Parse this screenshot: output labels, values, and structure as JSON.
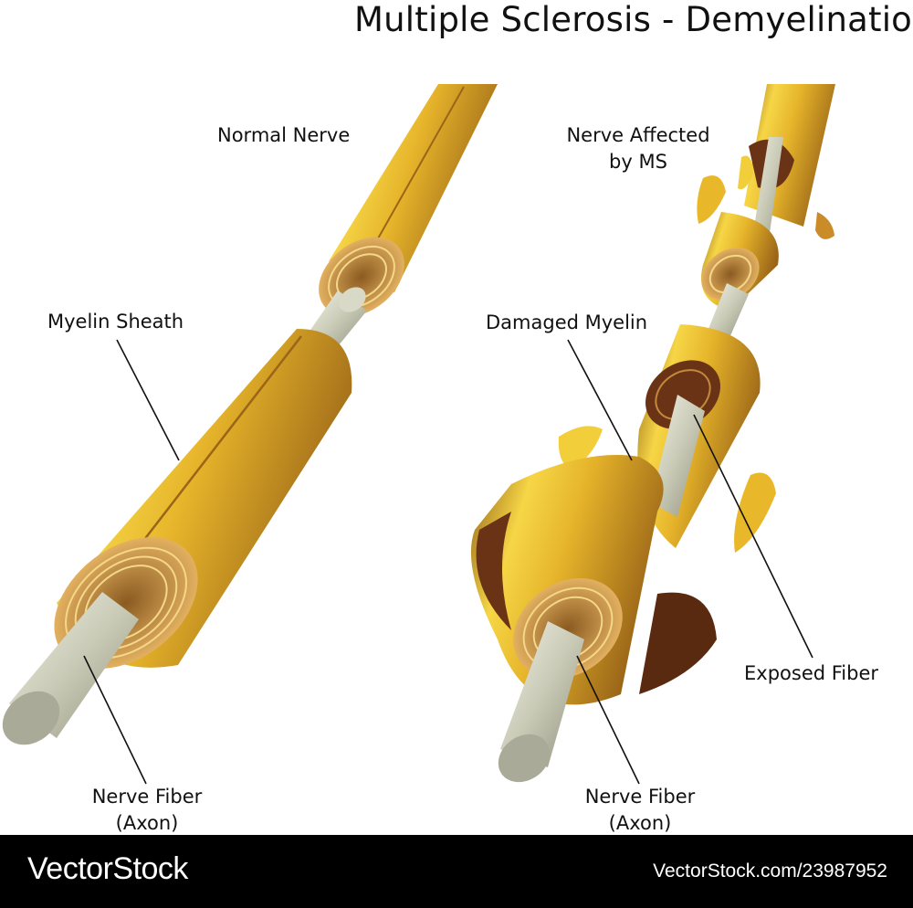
{
  "title": "Multiple Sclerosis - Demyelination",
  "labels": {
    "normal_nerve": "Normal Nerve",
    "myelin_sheath": "Myelin Sheath",
    "nerve_fiber_left_1": "Nerve Fiber",
    "nerve_fiber_left_2": "(Axon)",
    "affected_1": "Nerve Affected",
    "affected_2": "by MS",
    "damaged_myelin": "Damaged Myelin",
    "exposed_fiber": "Exposed Fiber",
    "nerve_fiber_right_1": "Nerve Fiber",
    "nerve_fiber_right_2": "(Axon)"
  },
  "footer": {
    "brand": "VectorStock",
    "url": "VectorStock.com/23987952"
  },
  "colors": {
    "myelin_light": "#f4d23c",
    "myelin_dark": "#a8741e",
    "myelin_rings": "#c28a3c",
    "axon": "#cfd0bf",
    "damaged_inner": "#6b3316"
  }
}
